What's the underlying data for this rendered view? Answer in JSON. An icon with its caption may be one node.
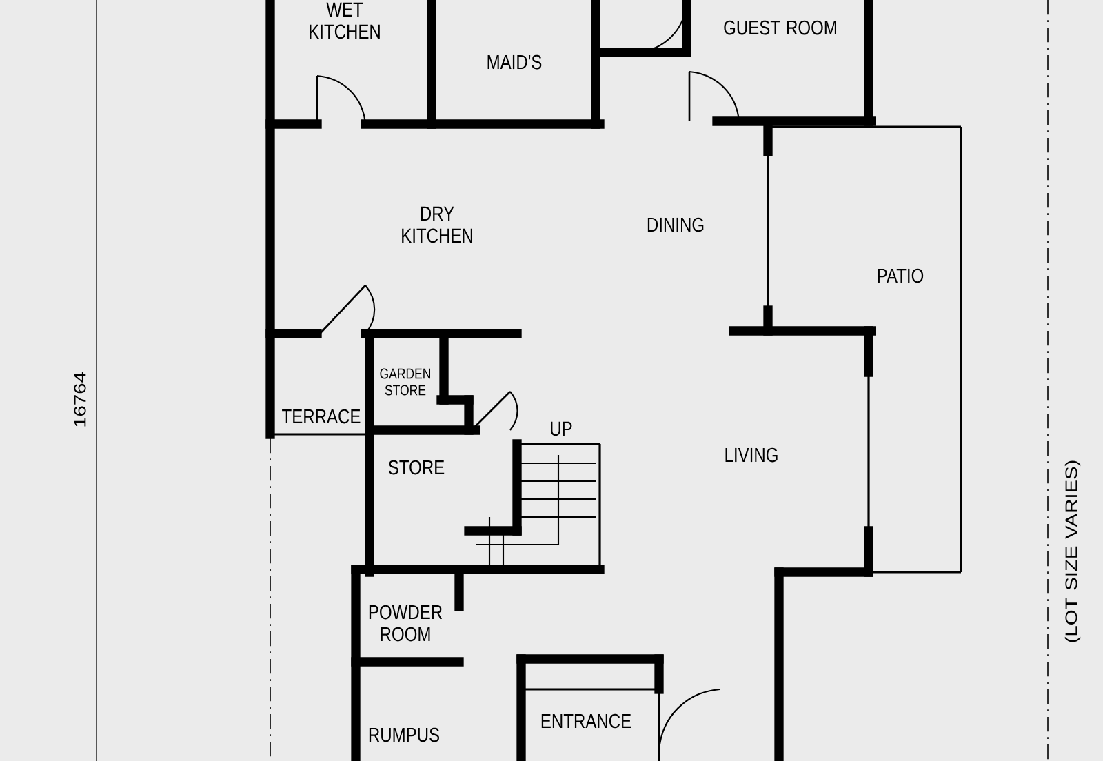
{
  "diagram": {
    "labels": [
      "WET KITCHEN",
      "MAID'S",
      "GUEST ROOM",
      "DRY KITCHEN",
      "DINING",
      "PATIO",
      "16764",
      "GARDEN STORE",
      "TERRACE",
      "UP",
      "STORE",
      "LIVING",
      "(LOT SIZE VARIES)",
      "POWDER ROOM",
      "RUMPUS",
      "ENTRANCE"
    ]
  }
}
